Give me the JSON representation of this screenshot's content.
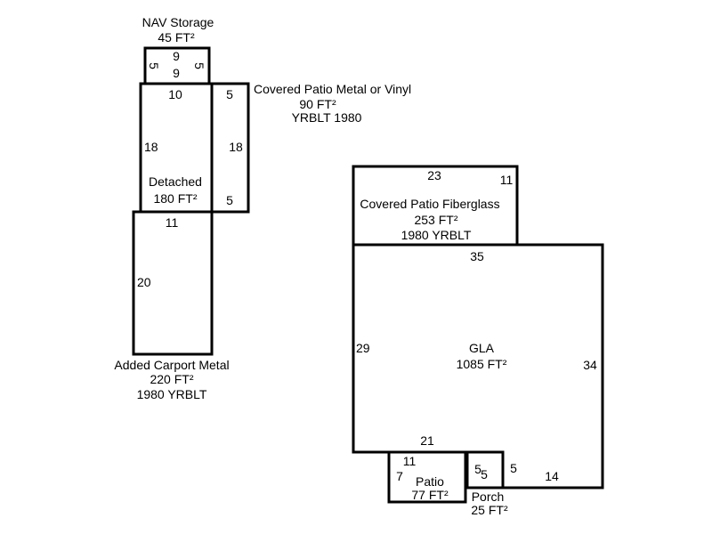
{
  "areas": {
    "nav_storage": {
      "name": "NAV Storage",
      "area": "45 FT²",
      "dims": {
        "top": "9",
        "bottom": "9",
        "left": "5",
        "right": "5"
      }
    },
    "detached": {
      "name": "Detached",
      "area": "180 FT²",
      "dims": {
        "top": "10",
        "left": "18"
      }
    },
    "covered_patio_metal": {
      "name": "Covered Patio Metal or Vinyl",
      "area": "90 FT²",
      "year": "YRBLT 1980",
      "dims": {
        "top": "5",
        "right": "18",
        "bottom": "5"
      }
    },
    "carport": {
      "name": "Added Carport Metal",
      "area": "220 FT²",
      "year": "1980 YRBLT",
      "dims": {
        "top": "11",
        "left": "20"
      }
    },
    "covered_patio_fiberglass": {
      "name": "Covered Patio Fiberglass",
      "area": "253 FT²",
      "year": "1980 YRBLT",
      "dims": {
        "top": "23",
        "right": "11"
      }
    },
    "gla": {
      "name": "GLA",
      "area": "1085 FT²",
      "dims": {
        "top": "35",
        "left": "29",
        "right": "34",
        "bottom": "21",
        "step": "5",
        "bottom_right": "14"
      }
    },
    "patio": {
      "name": "Patio",
      "area": "77 FT²",
      "dims": {
        "top": "11",
        "left": "7"
      }
    },
    "porch": {
      "name": "Porch",
      "area": "25 FT²",
      "dims": {
        "a": "5",
        "b": "5"
      }
    }
  }
}
